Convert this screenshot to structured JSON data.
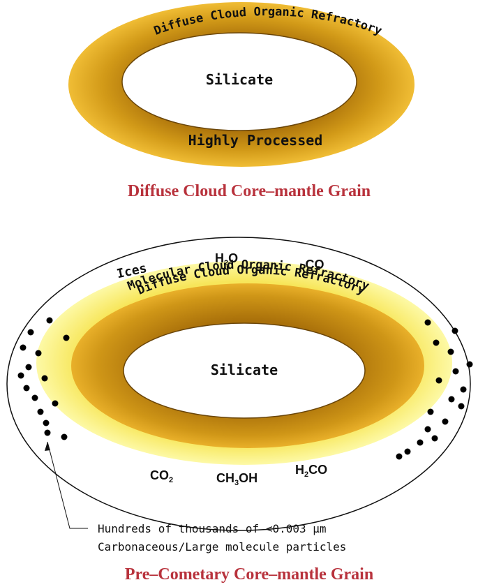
{
  "diagram1": {
    "outer_label": "Diffuse Cloud Organic Refractory",
    "inner_label": "Silicate",
    "bottom_label": "Highly Processed",
    "caption": "Diffuse Cloud Core–mantle Grain"
  },
  "diagram2": {
    "ices_label": "Ices",
    "h2o": {
      "main": "H",
      "sub": "2",
      "rest": "O"
    },
    "co": "CO",
    "molecular_label": "Molecular Cloud Organic Refractory",
    "diffuse_label": "Diffuse Cloud Organic Refractory",
    "inner_label": "Silicate",
    "co2": {
      "main": "CO",
      "sub": "2",
      "rest": ""
    },
    "ch3oh": {
      "main": "CH",
      "sub": "3",
      "rest": "OH"
    },
    "h2co": {
      "main": "H",
      "sub": "2",
      "rest": "CO"
    },
    "note_line1": "Hundreds of thousands of <0.003 µm",
    "note_line2": "Carbonaceous/Large molecule particles",
    "caption": "Pre–Cometary Core–mantle Grain"
  },
  "colors": {
    "organic_dark": "#c98e12",
    "organic_light": "#f0bb2d",
    "molecular_yellow": "#fbf37a",
    "caption_red": "#b8323c"
  }
}
